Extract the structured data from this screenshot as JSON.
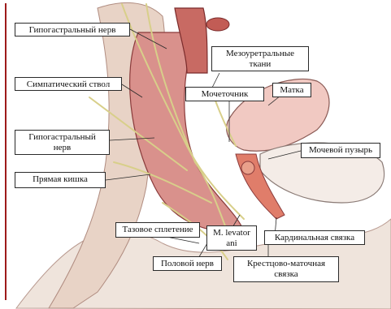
{
  "labels": {
    "hypogastric_nerve_top": "Гипогастральный нерв",
    "sympathetic_trunk": "Симпатический ствол",
    "hypogastric_nerve_mid": "Гипогастральный\nнерв",
    "rectum": "Прямая кишка",
    "mesoureteral_tissue": "Мезоуретральные\nткани",
    "ureter": "Мочеточник",
    "uterus": "Матка",
    "bladder": "Мочевой пузырь",
    "pelvic_plexus": "Тазовое сплетение",
    "levator_ani": "M. levator\nani",
    "cardinal_ligament": "Кардинальная связка",
    "pudendal_nerve": "Половой нерв",
    "sacrouterine_ligament": "Крестцово-маточная\nсвязка"
  },
  "colors": {
    "accent_bar": "#9e1b1b",
    "tissue_pink": "#e9b7b0",
    "muscle_red": "#b5484a",
    "nerve_yellow": "#d8cf8a",
    "bone": "#ede6dc",
    "outline": "#2a2a2a"
  }
}
